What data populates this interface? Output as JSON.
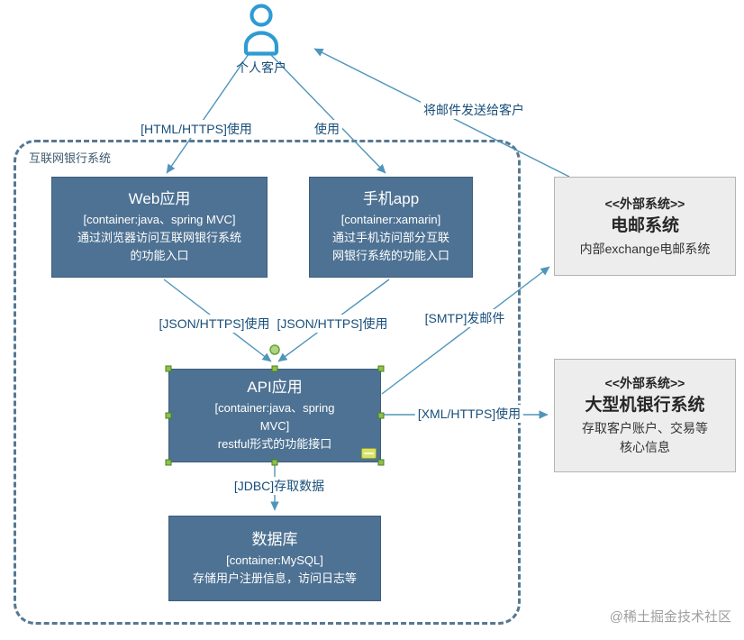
{
  "actor": {
    "label": "个人客户"
  },
  "boundary": {
    "label": "互联网银行系统"
  },
  "containers": {
    "web": {
      "title": "Web应用",
      "tech": "[container:java、spring MVC]",
      "desc": "通过浏览器访问互联网银行系统\n的功能入口"
    },
    "mobile": {
      "title": "手机app",
      "tech": "[container:xamarin]",
      "desc": "通过手机访问部分互联\n网银行系统的功能入口"
    },
    "api": {
      "title": "API应用",
      "tech": "[container:java、spring\nMVC]",
      "desc": "restful形式的功能接口"
    },
    "db": {
      "title": "数据库",
      "tech": "[container:MySQL]",
      "desc": "存储用户注册信息，访问日志等"
    }
  },
  "externals": {
    "email": {
      "stereotype": "<<外部系统>>",
      "title": "电邮系统",
      "desc": "内部exchange电邮系统"
    },
    "mainframe": {
      "stereotype": "<<外部系统>>",
      "title": "大型机银行系统",
      "desc": "存取客户账户、交易等\n核心信息"
    }
  },
  "edges": {
    "person_web": {
      "label": "[HTML/HTTPS]使用"
    },
    "person_mobile": {
      "label": "使用"
    },
    "email_person": {
      "label": "将邮件发送给客户"
    },
    "web_api": {
      "label": "[JSON/HTTPS]使用"
    },
    "mobile_api": {
      "label": "[JSON/HTTPS]使用"
    },
    "api_email": {
      "label": "[SMTP]发邮件"
    },
    "api_mainframe": {
      "label": "[XML/HTTPS]使用"
    },
    "api_db": {
      "label": "[JDBC]存取数据"
    }
  },
  "watermark": "@稀土掘金技术社区",
  "colors": {
    "container_fill": "#4e7293",
    "container_border": "#3e5d7c",
    "external_fill": "#ededed",
    "external_border": "#b4b4b4",
    "edge_line": "#5095ba",
    "edge_label_text": "#184e7a",
    "actor_icon": "#2f9bd3",
    "boundary_dash": "#567892",
    "selection_handle": "#8bc34a"
  }
}
